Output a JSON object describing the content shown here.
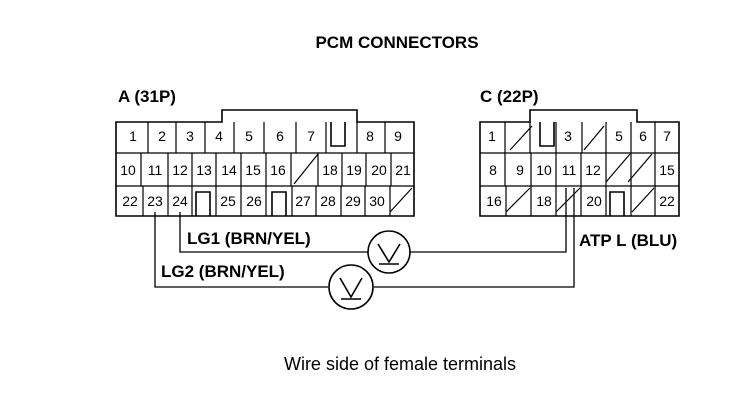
{
  "title": "PCM CONNECTORS",
  "connectors": {
    "a": {
      "label": "A (31P)",
      "pins": [
        "1",
        "2",
        "3",
        "4",
        "5",
        "6",
        "7",
        "8",
        "9",
        "10",
        "11",
        "12",
        "13",
        "14",
        "15",
        "16",
        "18",
        "19",
        "20",
        "21",
        "22",
        "23",
        "24",
        "25",
        "26",
        "27",
        "28",
        "29",
        "30"
      ]
    },
    "c": {
      "label": "C (22P)",
      "pins": [
        "1",
        "3",
        "5",
        "6",
        "7",
        "8",
        "9",
        "10",
        "11",
        "12",
        "15",
        "16",
        "18",
        "20",
        "22"
      ]
    }
  },
  "wires": {
    "lg1": "LG1 (BRN/YEL)",
    "lg2": "LG2 (BRN/YEL)",
    "atp": "ATP L (BLU)"
  },
  "meter_symbol": "V",
  "caption": "Wire side of female terminals"
}
